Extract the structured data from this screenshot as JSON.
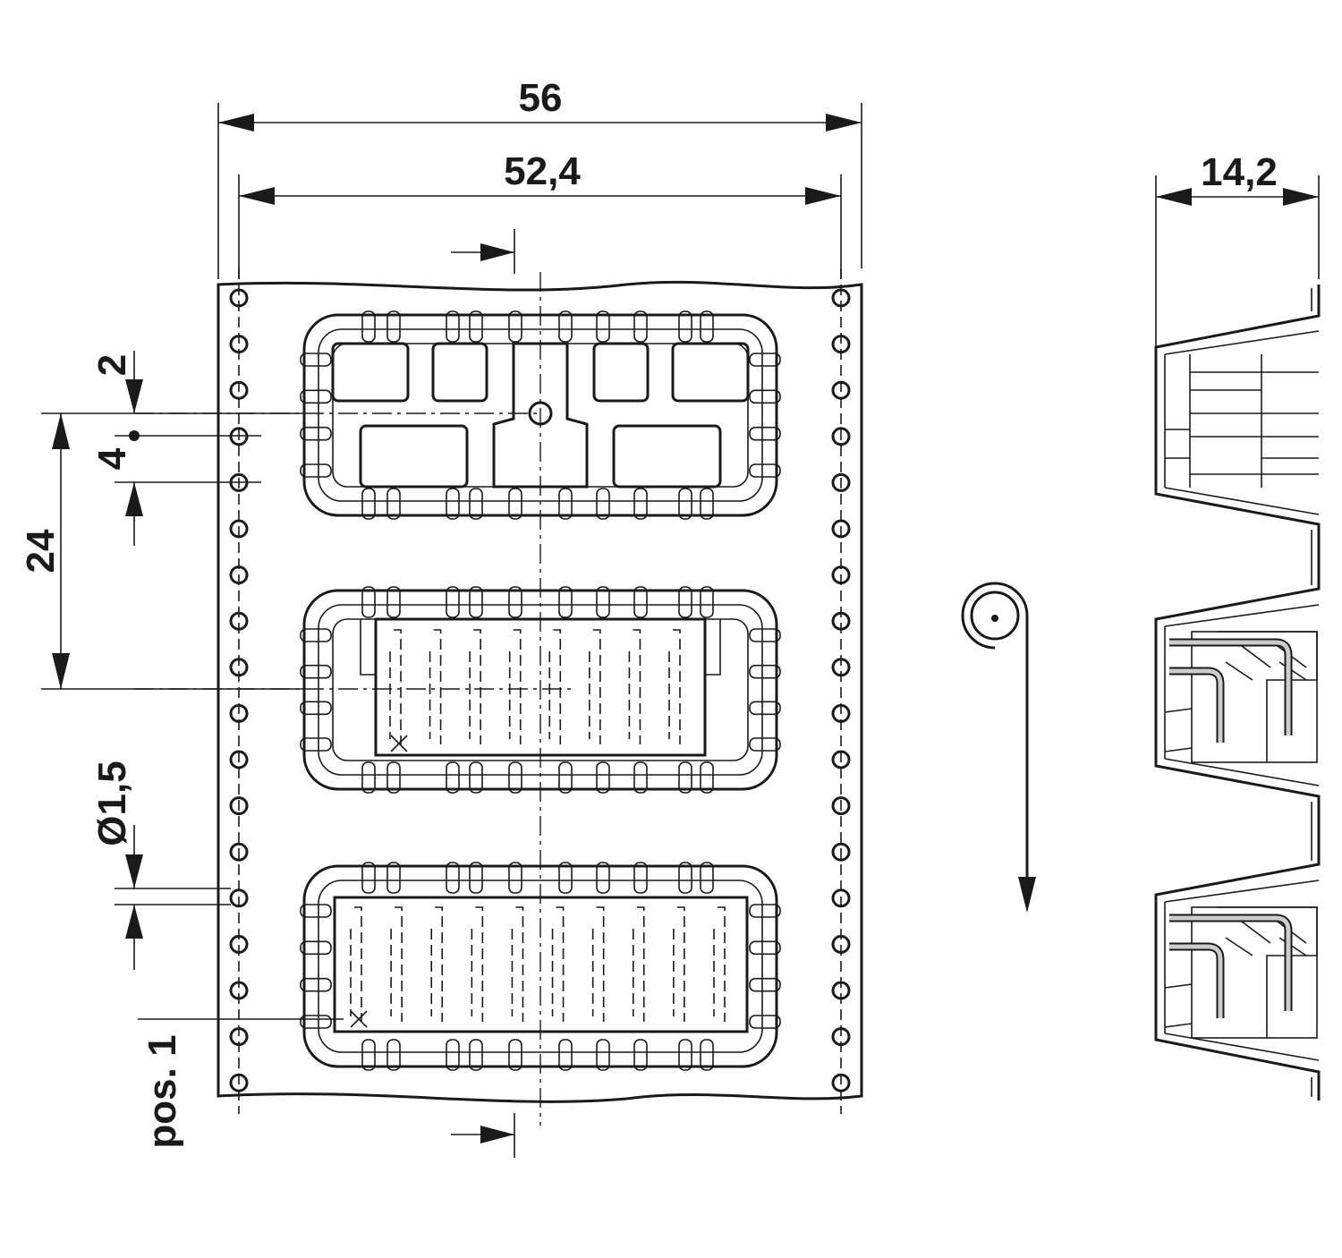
{
  "dimensions": {
    "overall_width": "56",
    "inner_width": "52,4",
    "side_depth": "14,2",
    "hole_offset": "2",
    "hole_pitch": "4",
    "pocket_pitch": "24",
    "hole_diameter": "Ø1,5",
    "first_position": "pos. 1"
  },
  "colors": {
    "line": "#1a1a1a",
    "background": "#ffffff",
    "contact": "#cccccc"
  },
  "icons": {
    "reel_symbol": "reel-icon",
    "feed_direction": "arrow-down-icon"
  }
}
